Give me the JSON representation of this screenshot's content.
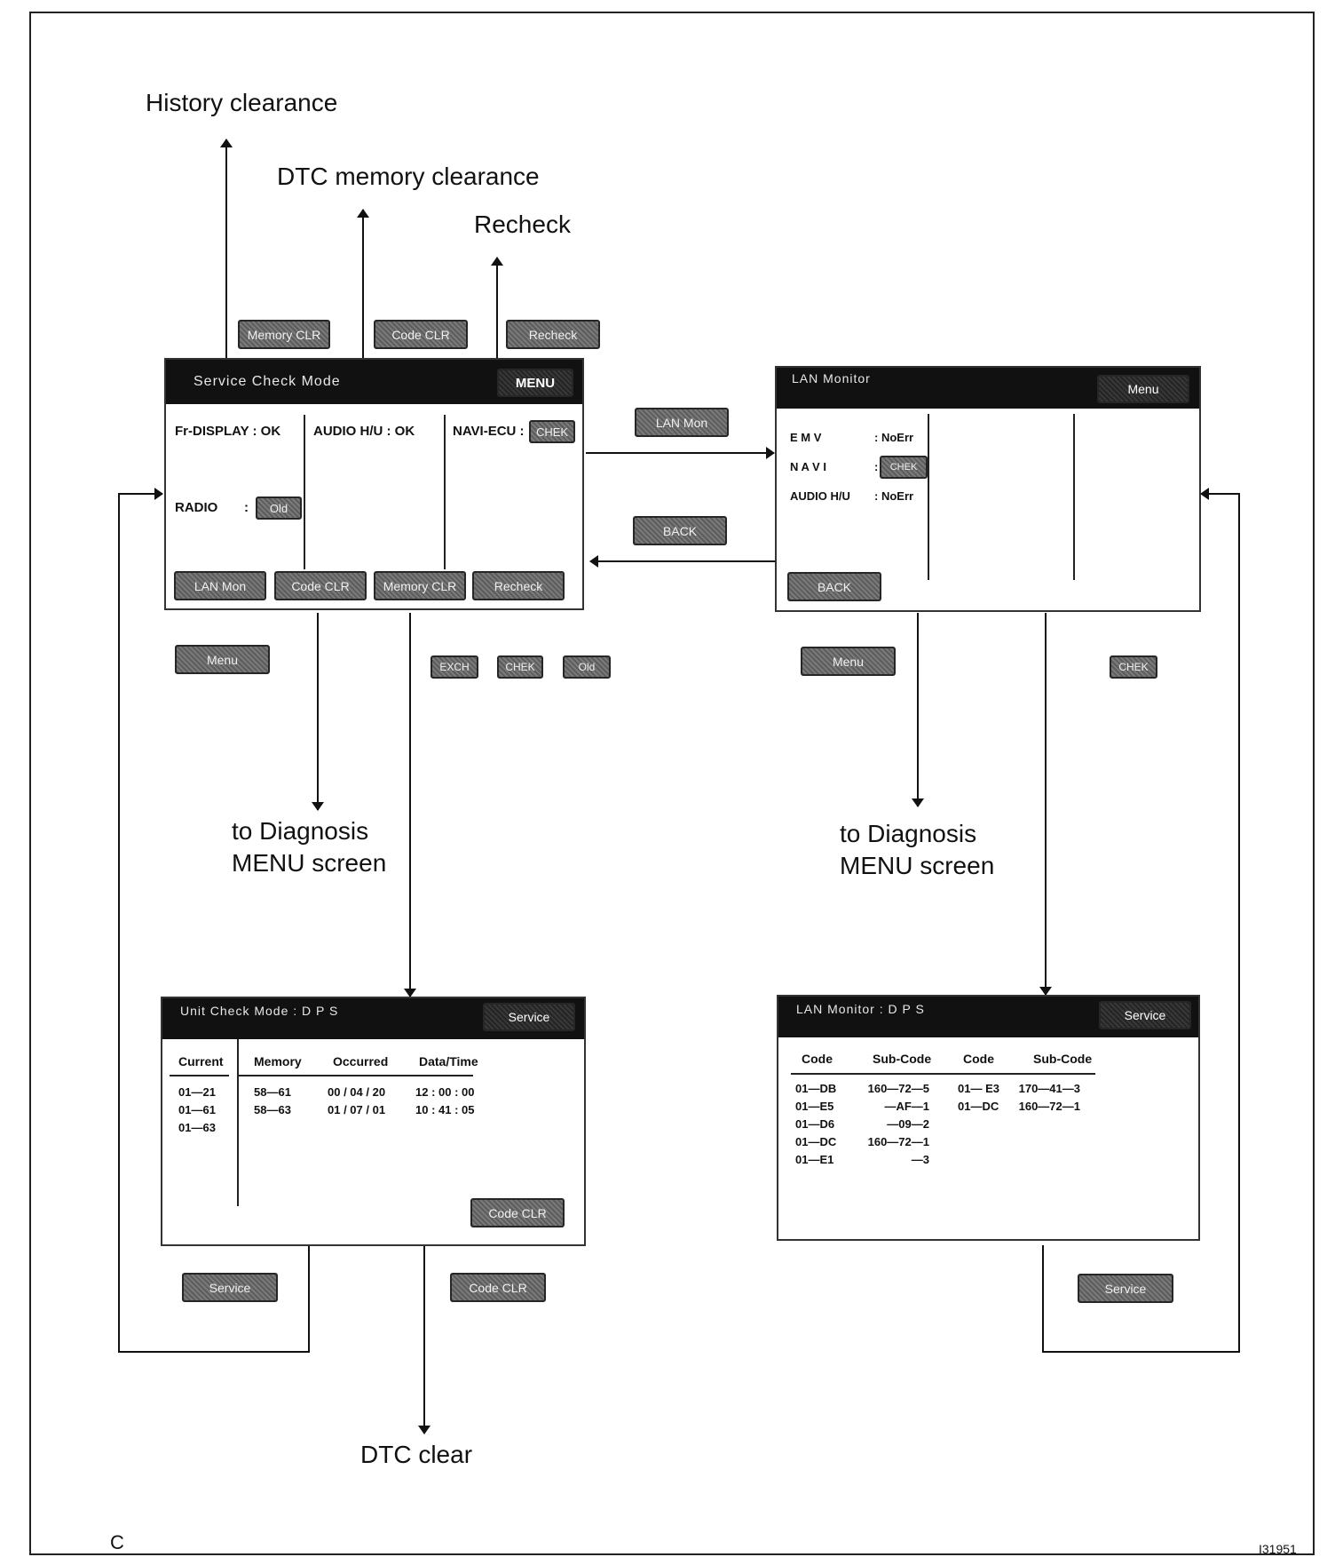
{
  "labels": {
    "history_clearance": "History clearance",
    "dtc_memory_clearance": "DTC memory clearance",
    "recheck": "Recheck",
    "to_diagnosis_left": [
      "to Diagnosis",
      "MENU screen"
    ],
    "to_diagnosis_right": [
      "to Diagnosis",
      "MENU screen"
    ],
    "dtc_clear": "DTC clear",
    "corner_letter": "C",
    "figure_id": "I31951"
  },
  "buttons": {
    "memory_clr": "Memory CLR",
    "code_clr": "Code CLR",
    "recheck": "Recheck",
    "lan_mon": "LAN Mon",
    "back": "BACK",
    "menu": "Menu",
    "exch": "EXCH",
    "chek": "CHEK",
    "old": "Old",
    "service": "Service"
  },
  "service_check": {
    "title": "Service  Check  Mode",
    "menu_button": "MENU",
    "fr_display": "Fr-DISPLAY : OK",
    "audio_hu": "AUDIO H/U : OK",
    "navi_ecu": "NAVI-ECU  :",
    "navi_status": "CHEK",
    "radio": "RADIO",
    "radio_colon": ":",
    "radio_status": "Old",
    "bottom_buttons": [
      "LAN Mon",
      "Code CLR",
      "Memory CLR",
      "Recheck"
    ]
  },
  "lan_monitor": {
    "title": "LAN  Monitor",
    "menu_button": "Menu",
    "rows": [
      {
        "label": "E   M   V",
        "value": ": NoErr"
      },
      {
        "label": "N   A   V   I",
        "value": ":",
        "badge": "CHEK"
      },
      {
        "label": "AUDIO   H/U",
        "value": ": NoErr"
      }
    ],
    "back_button": "BACK"
  },
  "unit_check": {
    "title": "Unit  Check  Mode  :  D P S",
    "service_button": "Service",
    "headers": [
      "Current",
      "Memory",
      "Occurred",
      "Data/Time"
    ],
    "current": [
      "01—21",
      "01—61",
      "01—63"
    ],
    "memory": [
      "58—61",
      "58—63"
    ],
    "occurred": [
      "00 / 04 / 20",
      "01 / 07 / 01"
    ],
    "datetime": [
      "12 : 00 : 00",
      "10 : 41 : 05"
    ],
    "code_clr_button": "Code CLR"
  },
  "lan_dps": {
    "title": "LAN  Monitor  :  D P S",
    "service_button": "Service",
    "headers": [
      "Code",
      "Sub-Code",
      "Code",
      "Sub-Code"
    ],
    "code1": [
      "01—DB",
      "01—E5",
      "01—D6",
      "01—DC",
      "01—E1"
    ],
    "sub1": [
      "160—72—5",
      "—AF—1",
      "—09—2",
      "160—72—1",
      "—3"
    ],
    "code2": [
      "01— E3",
      "01—DC"
    ],
    "sub2": [
      "170—41—3",
      "160—72—1"
    ]
  },
  "colors": {
    "button_fill": "#6b6b6b",
    "titlebar": "#111111",
    "line": "#222222"
  }
}
